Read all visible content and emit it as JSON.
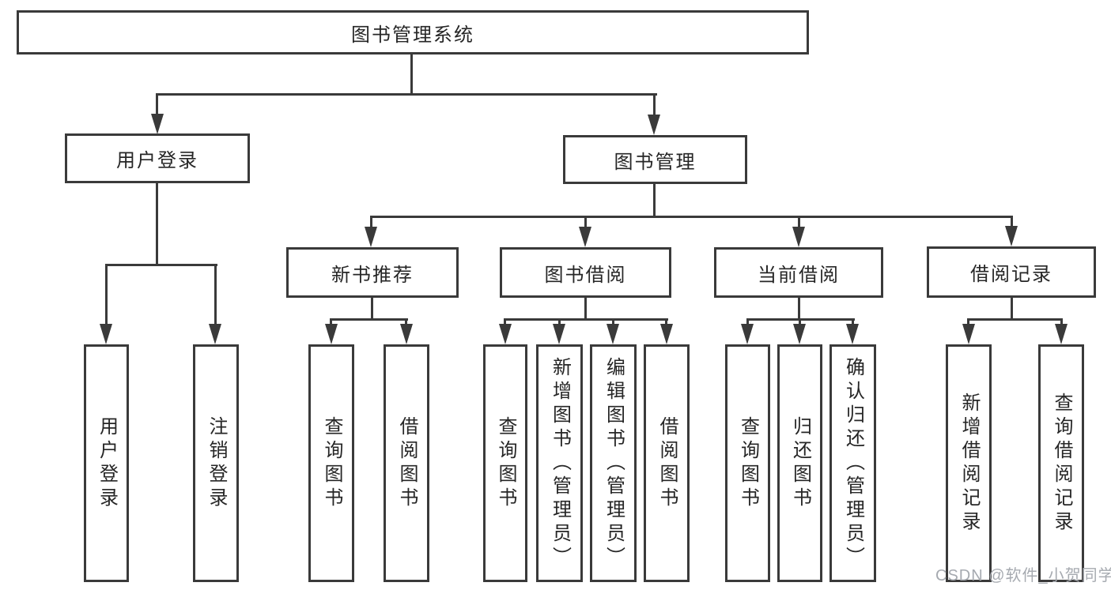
{
  "colors": {
    "line": "#3a3a3a",
    "text": "#262626",
    "watermark": "#a6aab0",
    "background": "#ffffff"
  },
  "tree": {
    "root": {
      "label": "图书管理系统"
    },
    "branches": [
      {
        "label": "用户登录",
        "children": [
          {
            "label": "用户登录"
          },
          {
            "label": "注销登录"
          }
        ]
      },
      {
        "label": "图书管理",
        "children": [
          {
            "label": "新书推荐",
            "children": [
              {
                "label": "查询图书"
              },
              {
                "label": "借阅图书"
              }
            ]
          },
          {
            "label": "图书借阅",
            "children": [
              {
                "label": "查询图书"
              },
              {
                "label": "新增图书（管理员）"
              },
              {
                "label": "编辑图书（管理员）"
              },
              {
                "label": "借阅图书"
              }
            ]
          },
          {
            "label": "当前借阅",
            "children": [
              {
                "label": "查询图书"
              },
              {
                "label": "归还图书"
              },
              {
                "label": "确认归还（管理员）"
              }
            ]
          },
          {
            "label": "借阅记录",
            "children": [
              {
                "label": "新增借阅记录"
              },
              {
                "label": "查询借阅记录"
              }
            ]
          }
        ]
      }
    ]
  },
  "watermark": {
    "text": "CSDN @软件_小贺同学"
  }
}
